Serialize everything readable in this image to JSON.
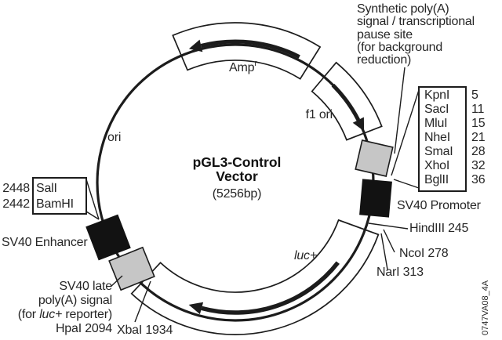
{
  "figure": {
    "title_line1": "pGL3-Control",
    "title_line2": "Vector",
    "size": "(5256bp)",
    "code": "0747VA08_4A"
  },
  "features": {
    "amp_base": "Amp",
    "amp_sup": "r",
    "ori": "ori",
    "f1_ori": "f1 ori",
    "luc": "luc+",
    "sv40_promoter": "SV40 Promoter",
    "sv40_enhancer": "SV40 Enhancer"
  },
  "synthetic_polya": [
    "Synthetic poly(A)",
    "signal / transcriptional",
    "pause site",
    "(for background",
    "reduction)"
  ],
  "late_polya": {
    "line1": "SV40 late",
    "line2": "poly(A) signal",
    "line3_pre": "(for ",
    "line3_gene": "luc+",
    "line3_post": " reporter)",
    "line4": "HpaI 2094"
  },
  "mcs": {
    "enzymes": [
      "KpnI",
      "SacI",
      "MluI",
      "NheI",
      "SmaI",
      "XhoI",
      "BglII"
    ],
    "positions": [
      "5",
      "11",
      "15",
      "21",
      "28",
      "32",
      "36"
    ]
  },
  "left_sites": {
    "numbers": [
      "2448",
      "2442"
    ],
    "enzymes": [
      "SalI",
      "BamHI"
    ]
  },
  "sites": {
    "hindiii": "HindIII 245",
    "ncoi": "NcoI 278",
    "nari": "NarI 313",
    "xbai": "XbaI 1934"
  },
  "colors": {
    "ink": "#1c1c1c",
    "gray_box": "#c6c6c6",
    "black_box": "#121212",
    "white": "#ffffff"
  }
}
